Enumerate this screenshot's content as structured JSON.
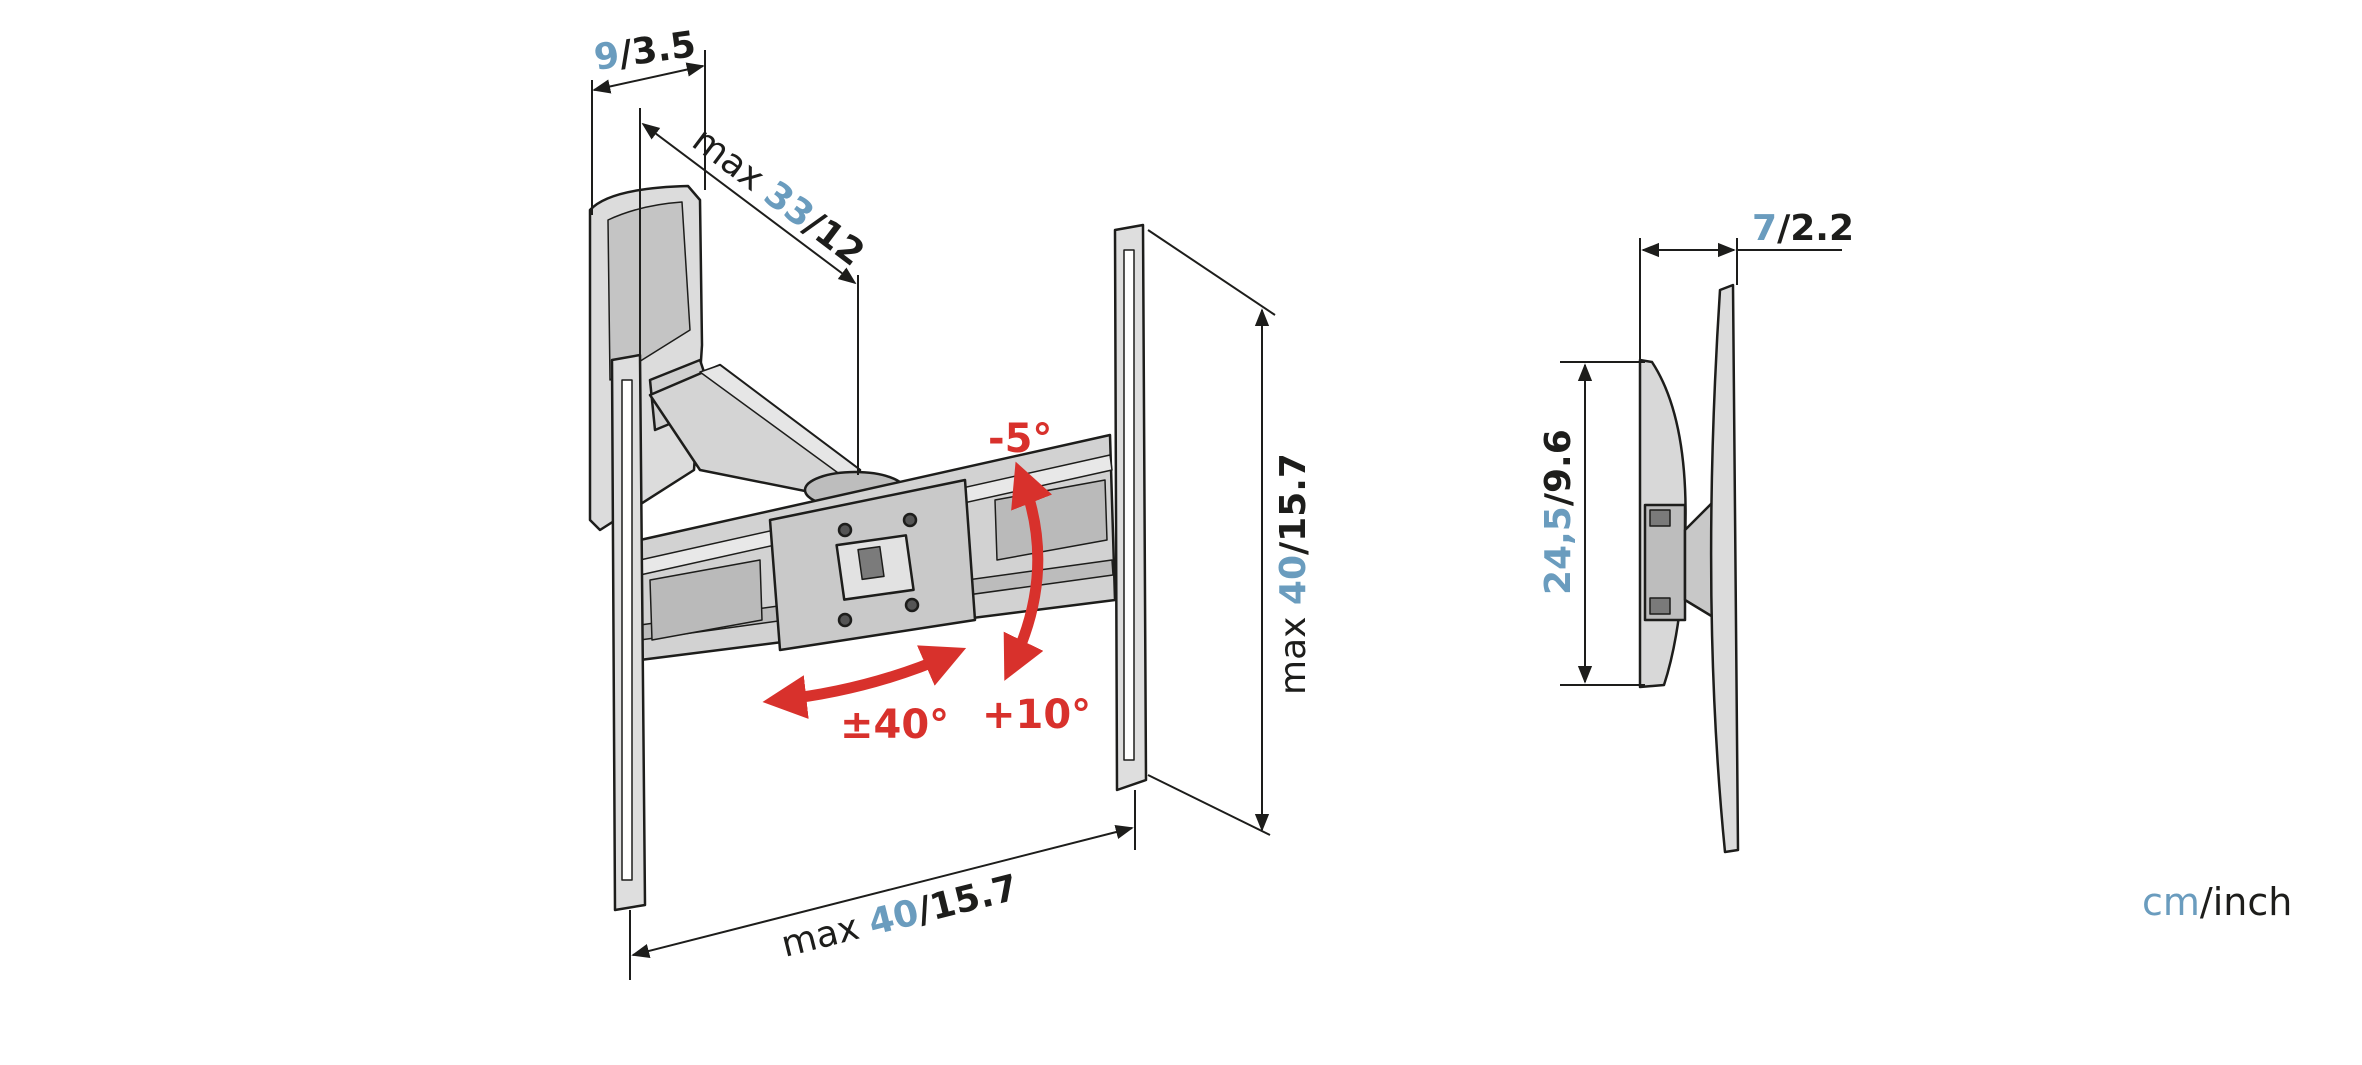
{
  "colors": {
    "blue": "#6a9cbe",
    "dark": "#1d1d1b",
    "red": "#d8312c",
    "line": "#1d1d1b",
    "metal_fill": "#d7d7d7",
    "metal_light": "#ececec",
    "metal_dark": "#a8a8a8"
  },
  "front_view": {
    "depth_min": {
      "cm": "9",
      "sep": "/",
      "inch": "3.5"
    },
    "arm_max": {
      "prefix": "max ",
      "cm": "33",
      "sep": "/",
      "inch": "12"
    },
    "vesa_vertical": {
      "prefix": "max ",
      "cm": "40",
      "sep": "/",
      "inch": "15.7"
    },
    "vesa_horizontal": {
      "prefix": "max ",
      "cm": "40",
      "sep": "/",
      "inch": "15.7"
    },
    "tilt_up": "-5°",
    "tilt_down": "+10°",
    "swivel": "±40°"
  },
  "side_view": {
    "depth": {
      "cm": "7",
      "sep": "/",
      "inch": "2.2"
    },
    "height": {
      "cm": "24,5",
      "sep": "/",
      "inch": "9.6"
    }
  },
  "units_legend": {
    "cm": "cm",
    "sep": "/",
    "inch": "inch"
  }
}
